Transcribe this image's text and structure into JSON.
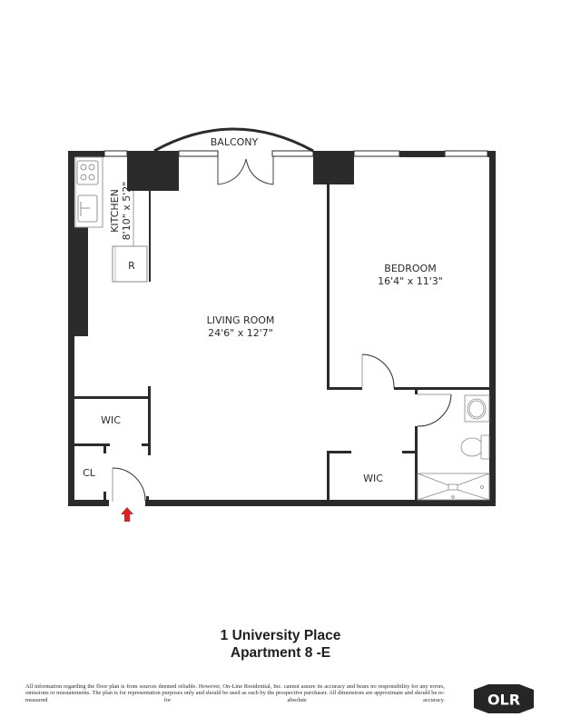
{
  "floor_plan": {
    "rooms": [
      {
        "name": "BALCONY",
        "dimensions": ""
      },
      {
        "name": "KITCHEN",
        "dimensions": "8'10\" x 5'2\""
      },
      {
        "name": "LIVING ROOM",
        "dimensions": "24'6\" x 12'7\""
      },
      {
        "name": "BEDROOM",
        "dimensions": "16'4\" x 11'3\""
      },
      {
        "name": "WIC",
        "dimensions": ""
      },
      {
        "name": "CL",
        "dimensions": ""
      },
      {
        "name": "WIC",
        "dimensions": ""
      }
    ],
    "fixtures": {
      "refrigerator": "R"
    },
    "entry_arrow_color": "#e02020",
    "wall_color": "#2b2b2b"
  },
  "title": {
    "line1": "1 University Place",
    "line2": "Apartment  8 -E"
  },
  "disclaimer": "All information regarding the floor plan is from sources deemed reliable. However, On-Line Residential, Inc. cannot assure its accuracy and bears no responsibility for any errors, omissions or misstatements. The plan is for representation purposes only and should be used as such by the prospective purchaser. All dimensions are approximate and should be re-measured for absolute accuracy.",
  "logo": {
    "text": "OLR",
    "background": "#262626"
  }
}
